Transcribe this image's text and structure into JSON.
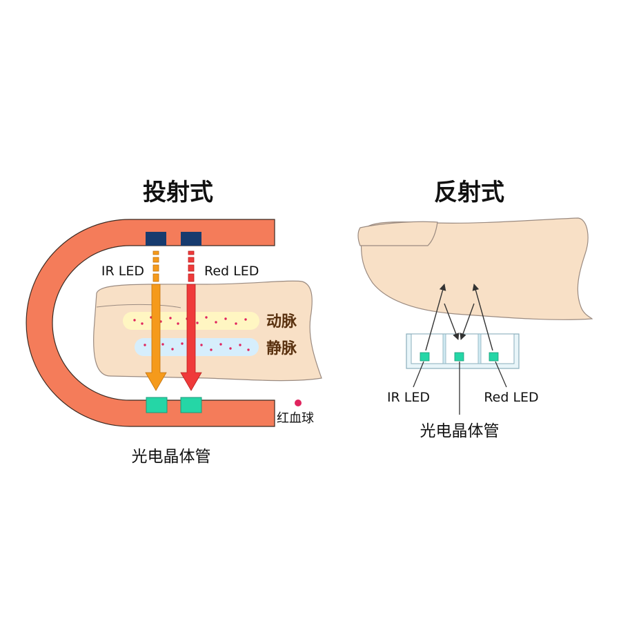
{
  "colors": {
    "frame": "#f47c5a",
    "frame_stroke": "#3a2a22",
    "finger": "#f8e0c6",
    "finger_stroke": "#9a8a80",
    "nail": "#f8e0c6",
    "led": "#173b6e",
    "sensor": "#25d6a6",
    "ir_arrow": "#f59a1b",
    "red_arrow": "#ef3a3a",
    "artery_band": "#fff6c2",
    "vein_band": "#d6eefc",
    "rbc": "#e0245e",
    "vessel_text": "#5a3210",
    "reflect_box": "#cfe9f2"
  },
  "transmissive": {
    "title": "投射式",
    "ir_led_label": "IR LED",
    "red_led_label": "Red LED",
    "artery_label": "动脉",
    "vein_label": "静脉",
    "rbc_label": "红血球",
    "photo_label": "光电晶体管"
  },
  "reflective": {
    "title": "反射式",
    "ir_led_label": "IR LED",
    "red_led_label": "Red LED",
    "photo_label": "光电晶体管"
  }
}
